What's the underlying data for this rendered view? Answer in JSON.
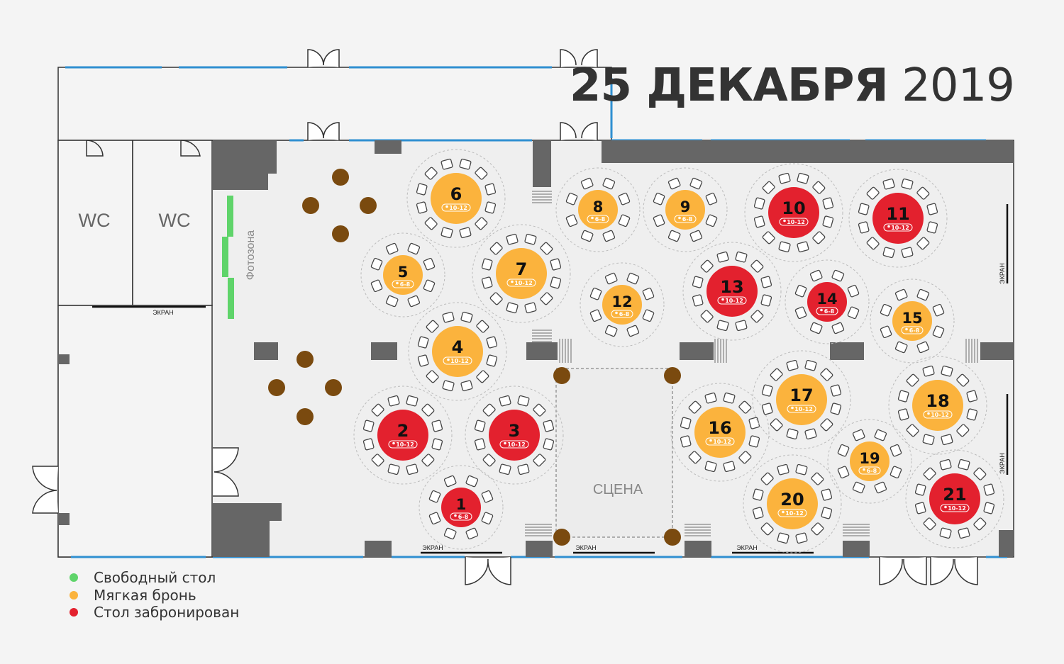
{
  "header": {
    "date_bold": "25 ДЕКАБРЯ",
    "year": "2019"
  },
  "labels": {
    "wc_1": "WC",
    "wc_2": "WC",
    "photozone": "Фотозона",
    "stage": "СЦЕНА",
    "screen": "ЭКРАН"
  },
  "legend": {
    "free": "Свободный стол",
    "soft": "Мягкая бронь",
    "booked": "Стол забронирован"
  },
  "colors": {
    "free": "#5fd46a",
    "soft": "#fbb33d",
    "booked": "#e3212e",
    "glass": "#2f8fd1",
    "wall": "#666666",
    "column": "#7a4a0f"
  },
  "tables": [
    {
      "number": "1",
      "capacity": "6-8",
      "status": "booked"
    },
    {
      "number": "2",
      "capacity": "10-12",
      "status": "booked"
    },
    {
      "number": "3",
      "capacity": "10-12",
      "status": "booked"
    },
    {
      "number": "4",
      "capacity": "10-12",
      "status": "soft"
    },
    {
      "number": "5",
      "capacity": "6-8",
      "status": "soft"
    },
    {
      "number": "6",
      "capacity": "10-12",
      "status": "soft"
    },
    {
      "number": "7",
      "capacity": "10-12",
      "status": "soft"
    },
    {
      "number": "8",
      "capacity": "6-8",
      "status": "soft"
    },
    {
      "number": "9",
      "capacity": "6-8",
      "status": "soft"
    },
    {
      "number": "10",
      "capacity": "10-12",
      "status": "booked"
    },
    {
      "number": "11",
      "capacity": "10-12",
      "status": "booked"
    },
    {
      "number": "12",
      "capacity": "6-8",
      "status": "soft"
    },
    {
      "number": "13",
      "capacity": "10-12",
      "status": "booked"
    },
    {
      "number": "14",
      "capacity": "6-8",
      "status": "booked"
    },
    {
      "number": "15",
      "capacity": "6-8",
      "status": "soft"
    },
    {
      "number": "16",
      "capacity": "10-12",
      "status": "soft"
    },
    {
      "number": "17",
      "capacity": "10-12",
      "status": "soft"
    },
    {
      "number": "18",
      "capacity": "10-12",
      "status": "soft"
    },
    {
      "number": "19",
      "capacity": "6-8",
      "status": "soft"
    },
    {
      "number": "20",
      "capacity": "10-12",
      "status": "soft"
    },
    {
      "number": "21",
      "capacity": "10-12",
      "status": "booked"
    }
  ]
}
